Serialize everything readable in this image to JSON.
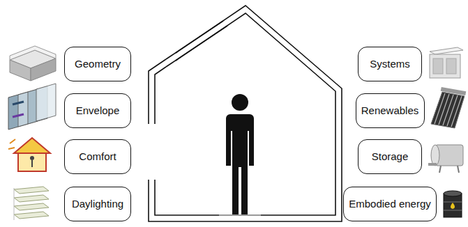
{
  "diagram": {
    "nodes": [
      {
        "text": [
          "Geometry"
        ]
      },
      {
        "text": [
          "Systems"
        ]
      },
      {
        "text": [
          "Envelope"
        ]
      },
      {
        "text": [
          "Renewables"
        ]
      },
      {
        "text": [
          "Comfort"
        ]
      },
      {
        "text": [
          "Storage"
        ]
      },
      {
        "text": [
          "Daylighting"
        ]
      },
      {
        "text": [
          "Embodied energy"
        ]
      }
    ]
  }
}
